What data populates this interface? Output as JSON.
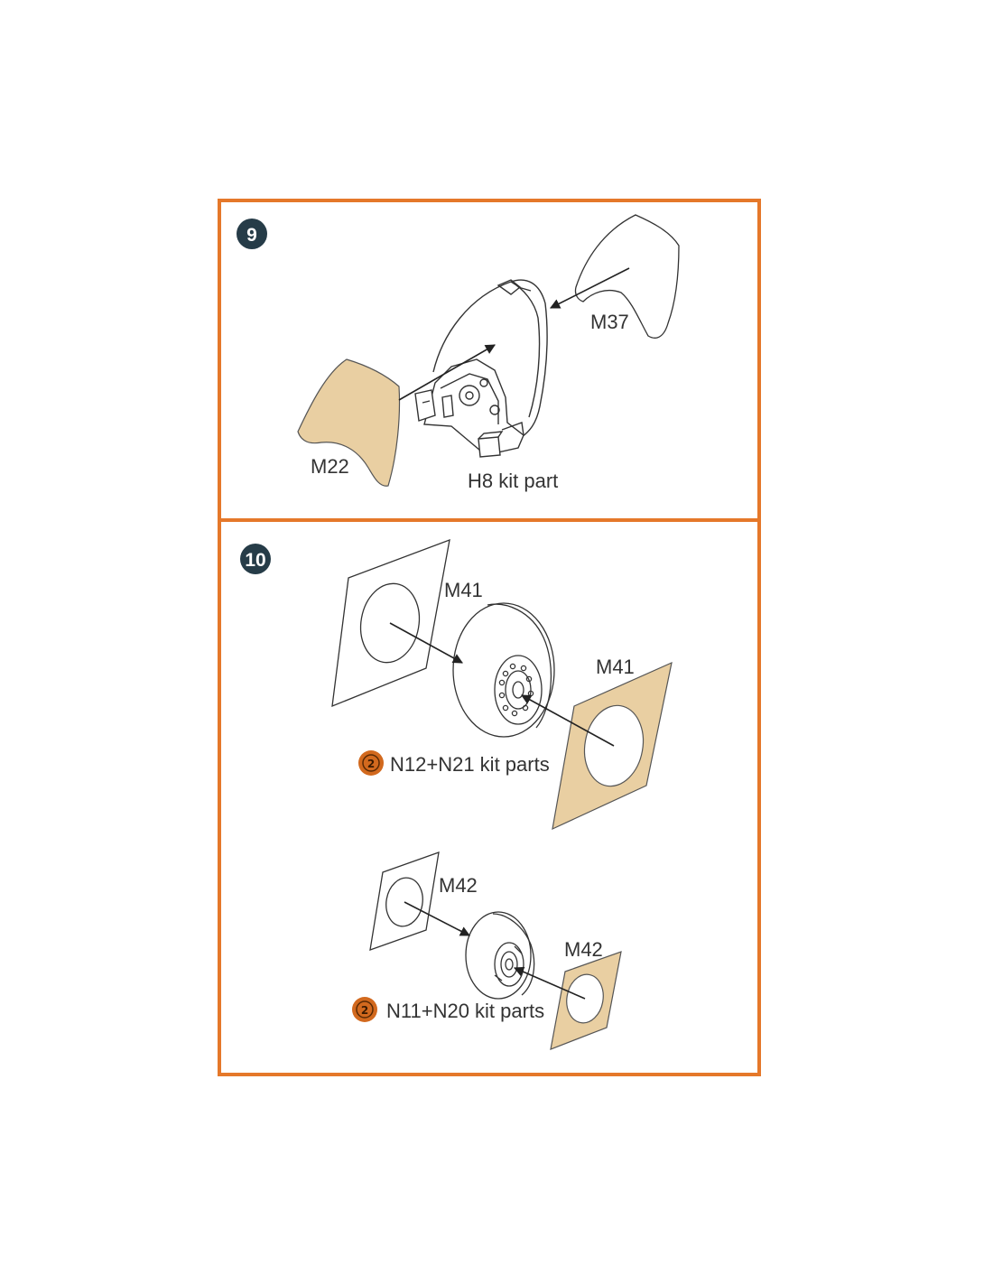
{
  "colors": {
    "frame": "#e5782a",
    "mask_fill": "#e9cfa2",
    "step_badge": "#263c48",
    "kit_icon": "#d2691e",
    "line": "#333333"
  },
  "step9": {
    "number": "9",
    "label_m22": "M22",
    "label_m37": "M37",
    "label_h8": "H8 kit part"
  },
  "step10": {
    "number": "10",
    "label_m41_left": "M41",
    "label_m41_right": "M41",
    "label_kit_top": "N12+N21 kit parts",
    "label_m42_left": "M42",
    "label_m42_right": "M42",
    "label_kit_bottom": "N11+N20 kit parts",
    "kit_icon_glyph": "2"
  },
  "icons": [
    "kit-parts-icon"
  ]
}
